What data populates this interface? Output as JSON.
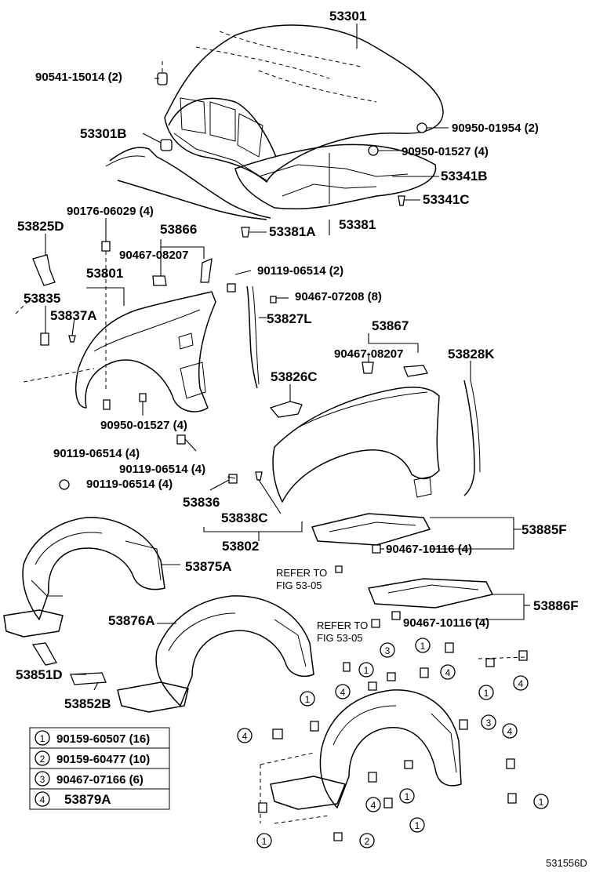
{
  "labels": {
    "p53301": "53301",
    "p90541_15014": "90541-15014 (2)",
    "p53301B": "53301B",
    "p90950_01954": "90950-01954 (2)",
    "p90950_01527_top": "90950-01527 (4)",
    "p53341B": "53341B",
    "p53341C": "53341C",
    "p90176_06029": "90176-06029 (4)",
    "p53825D": "53825D",
    "p53866": "53866",
    "p53381A": "53381A",
    "p53381": "53381",
    "p90467_08207_a": "90467-08207",
    "p53801": "53801",
    "p90119_06514_2": "90119-06514 (2)",
    "p53835": "53835",
    "p90467_07208": "90467-07208 (8)",
    "p53837A": "53837A",
    "p53827L": "53827L",
    "p53867": "53867",
    "p90467_08207_b": "90467-08207",
    "p53828K": "53828K",
    "p53826C": "53826C",
    "p90950_01527_mid": "90950-01527 (4)",
    "p90119_06514_4a": "90119-06514 (4)",
    "p90119_06514_4b": "90119-06514 (4)",
    "p90119_06514_4c": "90119-06514 (4)",
    "p53836": "53836",
    "p53838C": "53838C",
    "p53802": "53802",
    "p53885F": "53885F",
    "p90467_10116_a": "90467-10116 (4)",
    "p53875A": "53875A",
    "p53876A": "53876A",
    "p53886F": "53886F",
    "p90467_10116_b": "90467-10116 (4)",
    "p53851D": "53851D",
    "p53852B": "53852B",
    "figure_id": "531556D"
  },
  "refer": {
    "a_line1": "REFER TO",
    "a_line2": "FIG 53-05",
    "b_line1": "REFER TO",
    "b_line2": "FIG 53-05"
  },
  "legend": [
    {
      "num": "1",
      "part": "90159-60507 (16)"
    },
    {
      "num": "2",
      "part": "90159-60477 (10)"
    },
    {
      "num": "3",
      "part": "90467-07166 (6)"
    },
    {
      "num": "4",
      "part": "53879A"
    }
  ],
  "callouts": [
    "1",
    "2",
    "3",
    "4"
  ]
}
